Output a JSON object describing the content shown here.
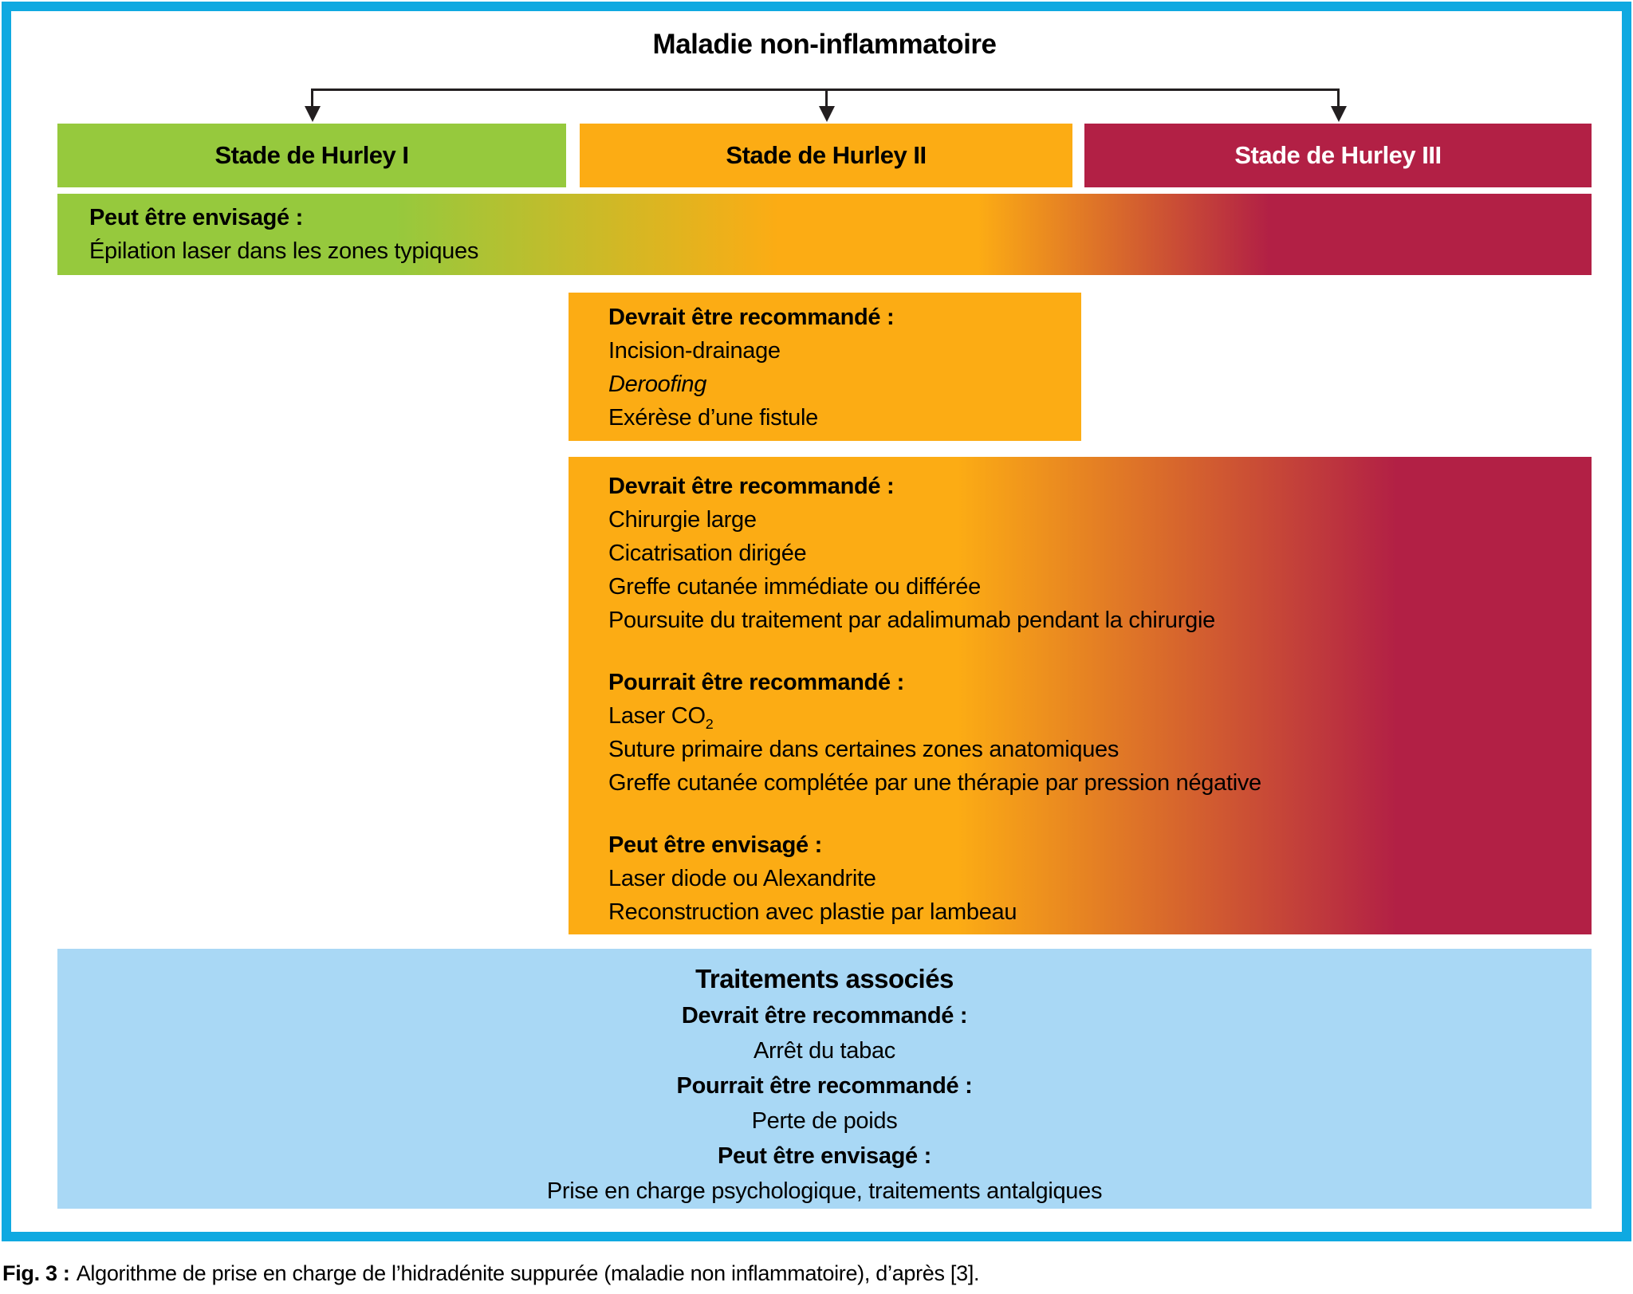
{
  "palette": {
    "frame_cyan": "#0FA9E1",
    "green": "#96C93D",
    "orange": "#FCAC14",
    "crimson": "#B22045",
    "light_blue": "#A9D8F5",
    "arrow_black": "#231F20"
  },
  "title": "Maladie non-inflammatoire",
  "headers": [
    {
      "label": "Stade de Hurley I"
    },
    {
      "label": "Stade de Hurley II"
    },
    {
      "label": "Stade de Hurley III"
    }
  ],
  "laser_bar": {
    "title": "Peut être envisagé :",
    "item": "Épilation laser dans les zones typiques"
  },
  "hurley2_box": {
    "title": "Devrait être recommandé :",
    "items": [
      "Incision-drainage",
      "Deroofing",
      "Exérèse d’une fistule"
    ]
  },
  "surgery_box": {
    "sections": [
      {
        "title": "Devrait être recommandé :",
        "items": [
          "Chirurgie large",
          "Cicatrisation dirigée",
          "Greffe cutanée immédiate ou différée",
          "Poursuite du traitement par adalimumab pendant la chirurgie"
        ]
      },
      {
        "title": "Pourrait être recommandé :",
        "laser_text": "Laser CO",
        "laser_sub": "2",
        "items": [
          "Suture primaire dans certaines zones anatomiques",
          "Greffe cutanée complétée par une thérapie par pression négative"
        ]
      },
      {
        "title": "Peut être envisagé :",
        "items": [
          "Laser diode ou Alexandrite",
          "Reconstruction avec plastie par lambeau"
        ]
      }
    ]
  },
  "associated_box": {
    "title": "Traitements associés",
    "lines": [
      {
        "text": "Devrait être recommandé :",
        "bold": true
      },
      {
        "text": "Arrêt du tabac",
        "bold": false
      },
      {
        "text": "Pourrait être recommandé :",
        "bold": true
      },
      {
        "text": "Perte de poids",
        "bold": false
      },
      {
        "text": "Peut être envisagé :",
        "bold": true
      },
      {
        "text": "Prise en charge psychologique, traitements antalgiques",
        "bold": false
      }
    ]
  },
  "caption": {
    "prefix": "Fig. 3 :",
    "text": "Algorithme de prise en charge de l’hidradénite suppurée (maladie non inflammatoire), d’après [3]."
  }
}
